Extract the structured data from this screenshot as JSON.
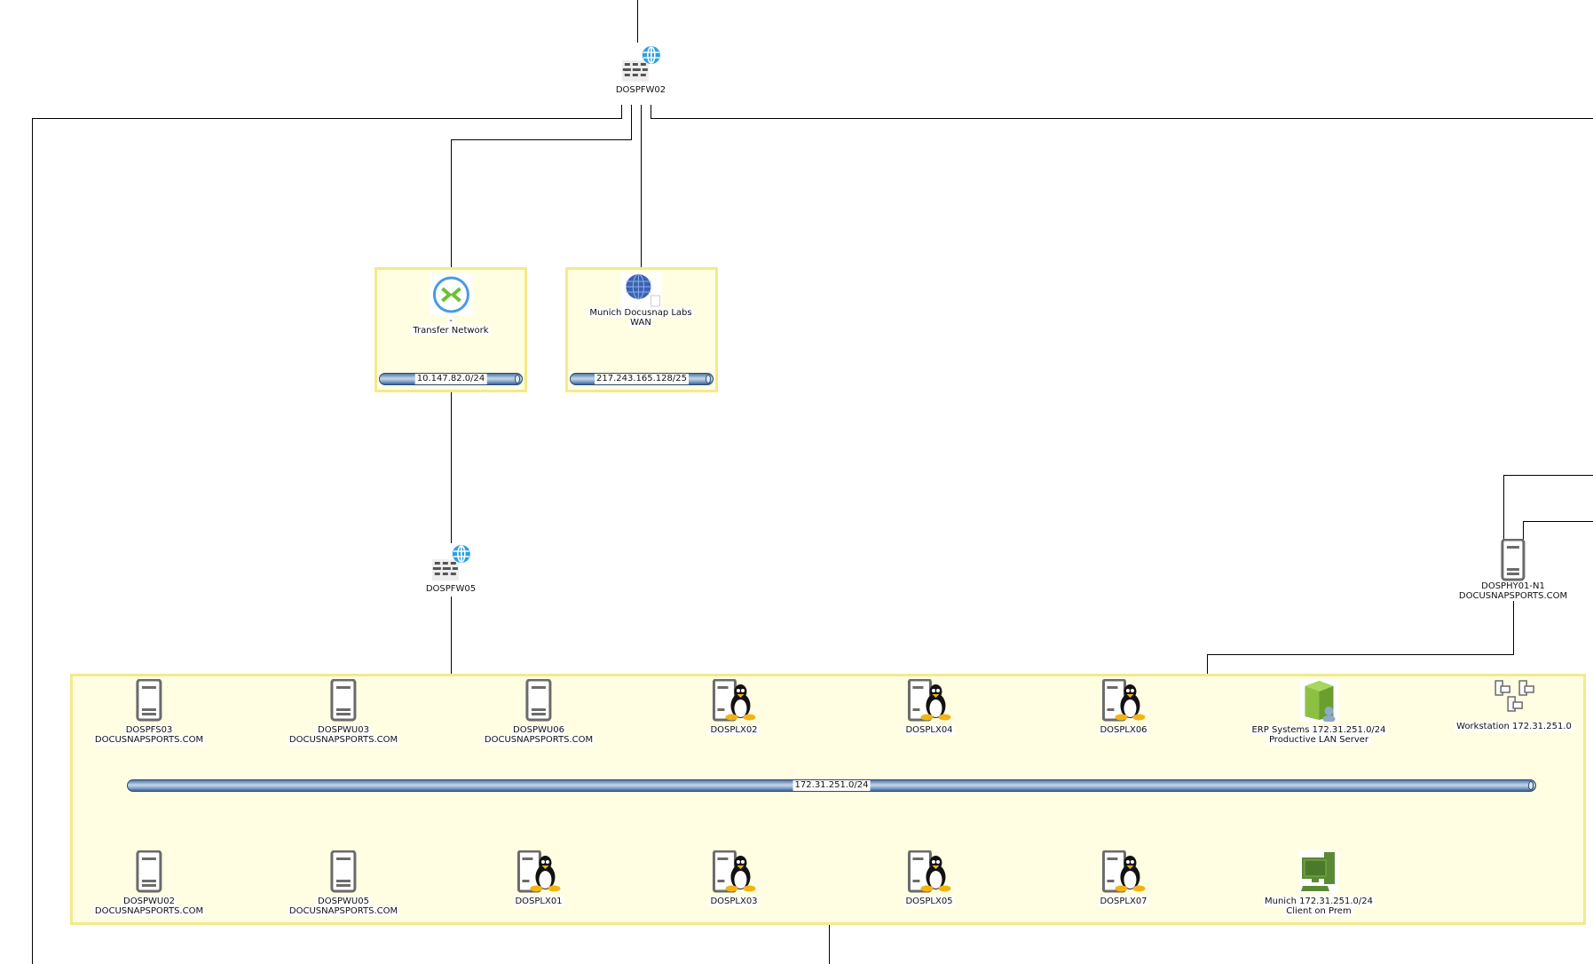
{
  "diagram": {
    "firewalls": [
      {
        "id": "fw02",
        "name": "DOSPFW02"
      },
      {
        "id": "fw05",
        "name": "DOSPFW05"
      }
    ],
    "host_top": {
      "name": "DOSPHY01-N1",
      "domain": "DOCUSNAPSPORTS.COM"
    },
    "transfer_network": {
      "line1": "-",
      "line2": "Transfer Network",
      "subnet": "10.147.82.0/24"
    },
    "wan_network": {
      "line1": "Munich Docusnap Labs",
      "line2": "WAN",
      "subnet": "217.243.165.128/25"
    },
    "lan": {
      "subnet": "172.31.251.0/24",
      "top_row": [
        {
          "name": "DOSPFS03",
          "domain": "DOCUSNAPSPORTS.COM",
          "type": "windows-server"
        },
        {
          "name": "DOSPWU03",
          "domain": "DOCUSNAPSPORTS.COM",
          "type": "windows-server"
        },
        {
          "name": "DOSPWU06",
          "domain": "DOCUSNAPSPORTS.COM",
          "type": "windows-server"
        },
        {
          "name": "DOSPLX02",
          "domain": "",
          "type": "linux-server"
        },
        {
          "name": "DOSPLX04",
          "domain": "",
          "type": "linux-server"
        },
        {
          "name": "DOSPLX06",
          "domain": "",
          "type": "linux-server"
        },
        {
          "name": "ERP Systems 172.31.251.0/24",
          "domain": "Productive LAN Server",
          "type": "server-group"
        },
        {
          "name": "Workstation 172.31.251.0",
          "domain": "",
          "type": "workstation-group"
        }
      ],
      "bottom_row": [
        {
          "name": "DOSPWU02",
          "domain": "DOCUSNAPSPORTS.COM",
          "type": "windows-server"
        },
        {
          "name": "DOSPWU05",
          "domain": "DOCUSNAPSPORTS.COM",
          "type": "windows-server"
        },
        {
          "name": "DOSPLX01",
          "domain": "",
          "type": "linux-server"
        },
        {
          "name": "DOSPLX03",
          "domain": "",
          "type": "linux-server"
        },
        {
          "name": "DOSPLX05",
          "domain": "",
          "type": "linux-server"
        },
        {
          "name": "DOSPLX07",
          "domain": "",
          "type": "linux-server"
        },
        {
          "name": "Munich 172.31.251.0/24",
          "domain": "Client on Prem",
          "type": "client-group"
        }
      ]
    }
  }
}
